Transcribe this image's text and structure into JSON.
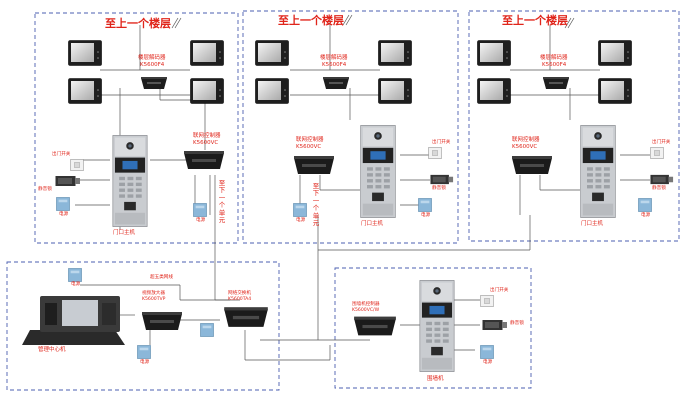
{
  "colors": {
    "accent_red": "#e0251b",
    "dashed_blue": "#4b5fb0",
    "line_gray": "#555555",
    "monitor_frame": "#1e1e1e",
    "panel_gray": "#9aa0a6"
  },
  "labels": {
    "up_floor_1": "至上一个楼层",
    "up_floor_2": "至上一个楼层",
    "up_floor_3": "至上一个楼层",
    "decoder_1_name": "楼层解码器",
    "decoder_1_model": "K5600F4",
    "decoder_2_name": "楼层解码器",
    "decoder_2_model": "K5600F4",
    "decoder_3_name": "楼层解码器",
    "decoder_3_model": "K5600F4",
    "ctrl_1_name": "联网控制器",
    "ctrl_1_model": "K5600VC",
    "ctrl_2_name": "联网控制器",
    "ctrl_2_model": "K5600VC",
    "ctrl_3_name": "联网控制器",
    "ctrl_3_model": "K5600VC",
    "door_switch_1": "出门开关",
    "door_switch_2": "出门开关",
    "door_switch_3": "出门开关",
    "door_switch_4": "出门开关",
    "lock_1": "静音锁",
    "lock_2": "静音锁",
    "lock_3": "静音锁",
    "lock_4": "静音锁",
    "power_1": "电源",
    "power_2": "电源",
    "power_3": "电源",
    "power_4": "电源",
    "power_5": "电源",
    "power_6": "电源",
    "power_7": "电源",
    "power_8": "电源",
    "door_main_1": "门口主机",
    "door_main_2": "门口主机",
    "door_main_3": "门口主机",
    "down_unit_1": "至下一个单元",
    "down_unit_2": "至下一个单元",
    "mgmt": "管理中心机",
    "video_amp_name": "视频放大器",
    "video_amp_model": "K5600TVP",
    "switch_name": "网络交换机",
    "switch_model": "K5600TA4",
    "super5_cable": "超五类网线",
    "wall_ctrl_name": "围墙机控制器",
    "wall_ctrl_model": "K5600VC/W",
    "wall_unit": "围墙机"
  },
  "icons": [
    "indoor-monitor-icon",
    "decoder-box-icon",
    "network-controller-icon",
    "door-station-icon",
    "exit-button-icon",
    "silent-lock-icon",
    "power-supply-icon",
    "management-console-icon",
    "network-switch-icon",
    "video-amplifier-icon"
  ]
}
